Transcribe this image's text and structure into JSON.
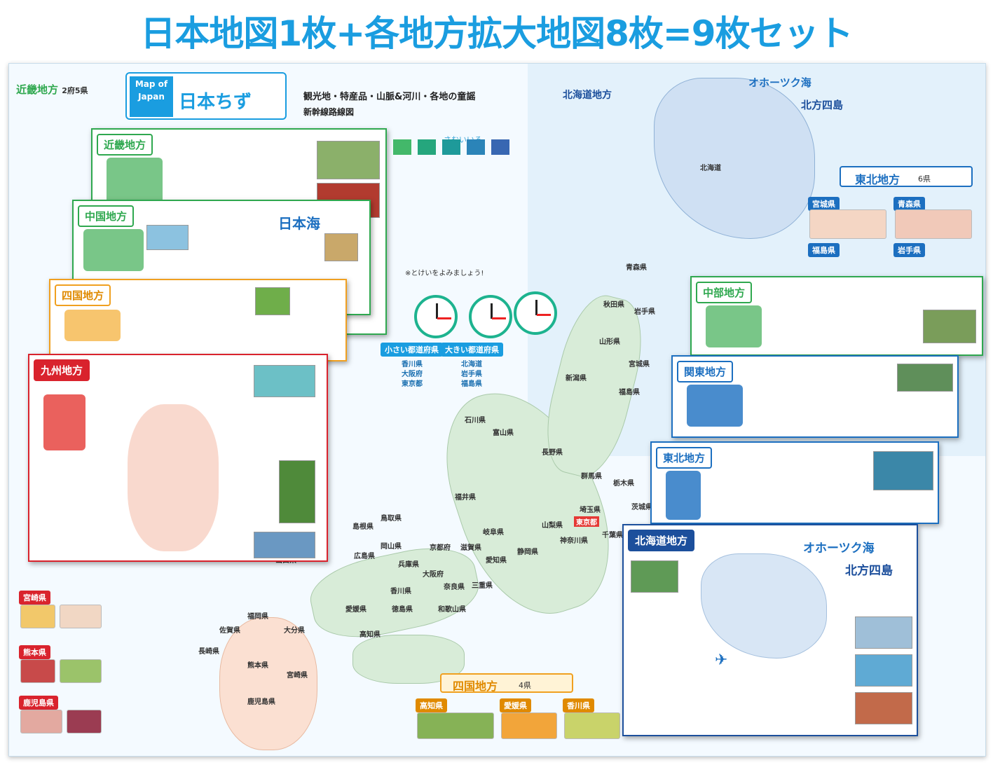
{
  "headline": "日本地図1枚+各地方拡大地図8枚=9枚セット",
  "poster": {
    "map_of_japan": "Map of Japan",
    "title": "日本ちず",
    "subtitle": "観光地・特産品・山脈&河川・各地の童謡",
    "subtitle2": "新幹線路線図",
    "color_label": "さむいいろ",
    "clock_caption": "※とけいをよみましょう!",
    "small_pref_title": "小さい都道府県",
    "small_prefs": [
      "香川県",
      "大阪府",
      "東京都"
    ],
    "large_pref_title": "大きい都道府県",
    "large_prefs": [
      "北海道",
      "岩手県",
      "福島県"
    ],
    "kinki_title": "近畿地方",
    "kinki_count": "2府5県",
    "hokkaido_title": "北海道地方",
    "okhotsk": "オホーツク海",
    "northern_islands": "北方四島",
    "tohoku_title": "東北地方",
    "tohoku_count": "6県",
    "shikoku_title": "四国地方",
    "shikoku_count": "4県",
    "kyushu_prefs": [
      "宮崎県",
      "熊本県",
      "鹿児島県"
    ],
    "shikoku_prefs": [
      "高知県",
      "愛媛県",
      "香川県"
    ],
    "tohoku_prefs": [
      "宮城県",
      "青森県",
      "福島県",
      "岩手県"
    ],
    "map_labels": [
      "北海道",
      "青森県",
      "秋田県",
      "岩手県",
      "山形県",
      "宮城県",
      "新潟県",
      "福島県",
      "石川県",
      "富山県",
      "長野県",
      "群馬県",
      "栃木県",
      "茨城県",
      "埼玉県",
      "東京都",
      "千葉県",
      "神奈川県",
      "山梨県",
      "静岡県",
      "愛知県",
      "岐阜県",
      "福井県",
      "滋賀県",
      "京都府",
      "兵庫県",
      "大阪府",
      "奈良県",
      "三重県",
      "和歌山県",
      "鳥取県",
      "島根県",
      "岡山県",
      "広島県",
      "山口県",
      "香川県",
      "徳島県",
      "愛媛県",
      "高知県",
      "福岡県",
      "佐賀県",
      "長崎県",
      "大分県",
      "熊本県",
      "宮崎県",
      "鹿児島県"
    ]
  },
  "sheets": {
    "kinki": "近畿地方",
    "chugoku": "中国地方",
    "sea_of_japan": "日本海",
    "shikoku": "四国地方",
    "kyushu": "九州地方",
    "chubu": "中部地方",
    "kanto": "関東地方",
    "tohoku": "東北地方",
    "hokkaido": "北海道地方",
    "okhotsk": "オホーツク海",
    "northern_islands": "北方四島"
  },
  "colors": {
    "headline": "#1a9de0",
    "kinki": "#2fa84f",
    "chugoku": "#2fa84f",
    "shikoku": "#f0a020",
    "kyushu": "#d9232d",
    "chubu": "#2fa84f",
    "kanto": "#1c6fc0",
    "tohoku": "#1c6fc0",
    "hokkaido": "#1c4f9c"
  }
}
